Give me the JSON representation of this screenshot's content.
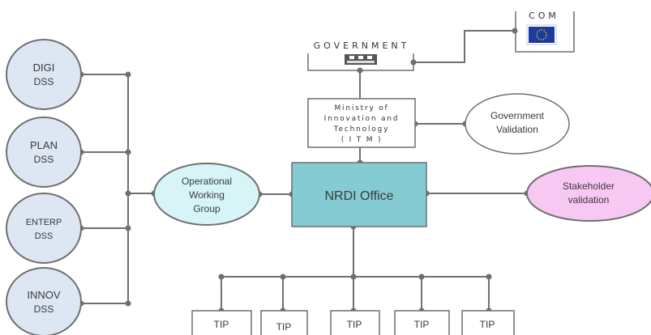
{
  "colors": {
    "line": "#6f6f6f",
    "dss_fill": "#dde6f3",
    "owg_fill": "#d7f5f8",
    "nrdi_fill": "#84cbd4",
    "stakeholder_fill": "#f7c8f2",
    "white": "#ffffff"
  },
  "dss": [
    {
      "line1": "DIGI",
      "line2": "DSS"
    },
    {
      "line1": "PLAN",
      "line2": "DSS"
    },
    {
      "line1": "ENTERP",
      "line2": "DSS"
    },
    {
      "line1": "INNOV",
      "line2": "DSS"
    }
  ],
  "owg": {
    "line1": "Operational",
    "line2": "Working",
    "line3": "Group"
  },
  "nrdi": {
    "label": "NRDI Office"
  },
  "stakeholder": {
    "line1": "Stakeholder",
    "line2": "validation"
  },
  "government": {
    "label": "GOVERNMENT",
    "icon": "cabinet-meeting-icon"
  },
  "com": {
    "label": "COM",
    "icon": "eu-flag-icon"
  },
  "itm": {
    "line1": "Ministry of",
    "line2": "Innovation and",
    "line3": "Technology",
    "line4": "( I T M )"
  },
  "gov_validation": {
    "line1": "Government",
    "line2": "Validation"
  },
  "tips": [
    "TIP",
    "TIP",
    "TIP",
    "TIP",
    "TIP"
  ]
}
